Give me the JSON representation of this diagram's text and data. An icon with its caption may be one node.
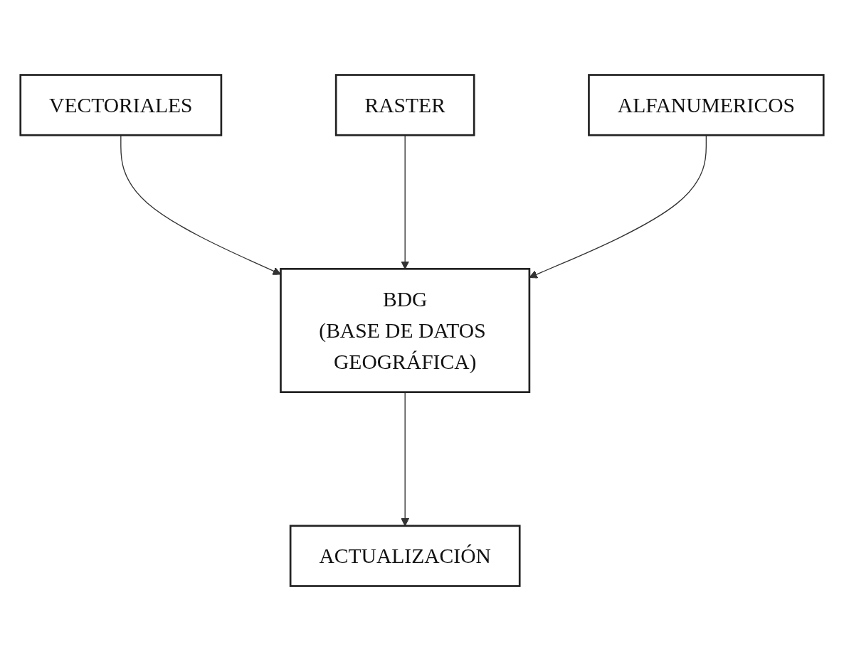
{
  "diagram": {
    "nodes": [
      {
        "text": [
          "VECTORIALES"
        ]
      },
      {
        "text": [
          "RASTER"
        ]
      },
      {
        "text": [
          "ALFANUMERICOS"
        ]
      },
      {
        "text": [
          "BDG",
          "(BASE DE DATOS GEOGRÁFICA)"
        ]
      },
      {
        "text": [
          "ACTUALIZACIÓN"
        ]
      }
    ],
    "edges": [
      {
        "from": 0,
        "to": 3,
        "arrow": "to"
      },
      {
        "from": 1,
        "to": 3,
        "arrow": "to"
      },
      {
        "from": 2,
        "to": 3,
        "arrow": "to"
      },
      {
        "from": 3,
        "to": 4,
        "arrow": "to"
      }
    ]
  }
}
